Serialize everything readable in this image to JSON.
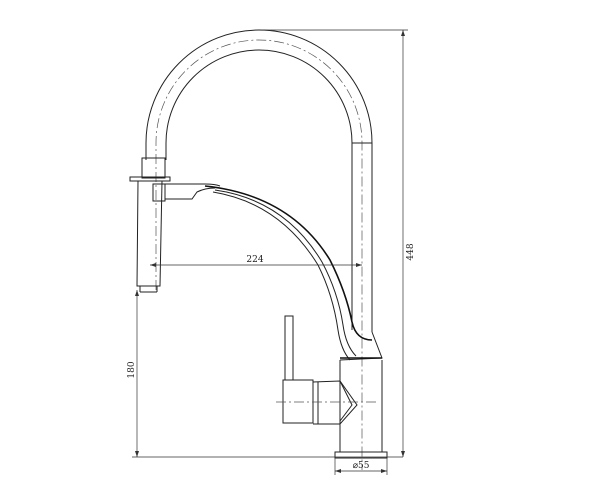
{
  "drawing": {
    "dimensions": {
      "total_height": "448",
      "spout_reach": "224",
      "spout_outlet_height": "180",
      "base_diameter": "⌀55"
    },
    "line_color": "#222222",
    "background": "#ffffff"
  }
}
